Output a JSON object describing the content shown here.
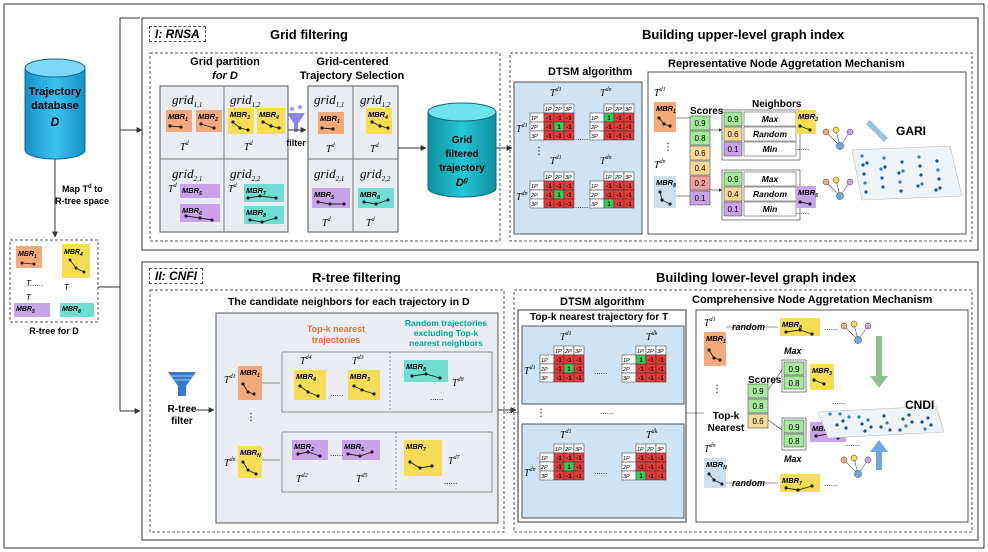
{
  "colors": {
    "orange": "#f4a97a",
    "yellow": "#f5dd55",
    "purple": "#c7a4e8",
    "cyan": "#6fded0",
    "blue_bg": "#cfe3f3",
    "green": "#33cc55",
    "red": "#e83a3a",
    "teal": "#00b0a0",
    "db_blue": "#1ea9e0",
    "gray_bg": "#e9edf1",
    "light_blue": "#cce0f0"
  },
  "database": {
    "line1": "Trajectory",
    "line2": "database",
    "line3": "D"
  },
  "map_label": {
    "line1": "Map T",
    "sup": "d",
    "line2": " to",
    "line3": "R-tree  space"
  },
  "rtree_label": "R-tree for D",
  "rtree_mini": {
    "mbr1": "MBR",
    "mbr1_sub": "1",
    "mbr4": "MBR",
    "mbr4_sub": "4",
    "mbr5": "MBR",
    "mbr5_sub": "5",
    "mbr8": "MBR",
    "mbr8_sub": "8"
  },
  "top": {
    "tag": "I: RNSA",
    "grid_filtering": "Grid filtering",
    "upper_title": "Building upper-level graph index",
    "grid_partition_1": "Grid partition",
    "grid_partition_2": "for D",
    "grid_centered_1": "Grid-centered",
    "grid_centered_2": "Trajectory Selection",
    "filter": "filter",
    "grid_word": "grid",
    "g11": "1,1",
    "g12": "1,2",
    "g21": "2,1",
    "g22": "2,2",
    "cyl_1": "Grid",
    "cyl_2": "filtered",
    "cyl_3": "trajectory",
    "cyl_4": "D",
    "cyl_4_sup": "g",
    "dtsm": "DTSM algorithm",
    "rnam": "Representative Node Aggretation Mechanism",
    "scores": "Scores",
    "neighbors": "Neighbors",
    "gari": "GARI",
    "score_vals_top": [
      "0.9",
      "0.8",
      "0.6",
      "0.1"
    ],
    "score_vals_bot": [
      "0.4",
      "0.2",
      "0.1"
    ],
    "score_left_top": [
      "0.9",
      "0.8",
      "0.6"
    ],
    "nb_max": "Max",
    "nb_random": "Random",
    "nb_min": "Min",
    "nb_vals_top": [
      "0.9",
      "0.6",
      "0.1"
    ],
    "nb_vals_bot": [
      "0.9",
      "0.4",
      "0.1"
    ]
  },
  "bottom": {
    "tag": "II: CNFI",
    "rtree_filtering": "R-tree filtering",
    "lower_title": "Building lower-level graph index",
    "candidate_title": "The candidate neighbors for each trajectory in D",
    "topk_near_1": "Top-k nearest",
    "topk_near_2": "trajectories",
    "random_1": "Random trajectories",
    "random_2": "excluding Top-k",
    "random_3": "nearest neighbors",
    "rtree_filter_1": "R-tree",
    "rtree_filter_2": "filter",
    "dtsm": "DTSM algorithm",
    "topk_for": "Top-k nearest  trajectory for T",
    "cnam": "Comprehensive Node Aggretation Mechanism",
    "random": "random",
    "scores": "Scores",
    "max": "Max",
    "topk_label_1": "Top-k",
    "topk_label_2": "Nearest",
    "cndi": "CNDI",
    "score_vals": [
      "0.9",
      "0.8",
      "0.6"
    ],
    "max_vals_top": [
      "0.9",
      "0.8"
    ],
    "max_vals_bot": [
      "0.9",
      "0.8"
    ],
    "dots": "......"
  },
  "matrix": {
    "cells_a": [
      "-1",
      "-1",
      "-1",
      "-1",
      "1",
      "-1",
      "-1",
      "-1",
      "-1"
    ],
    "cells_b": [
      "1",
      "-1",
      "-1",
      "-1",
      "-1",
      "-1",
      "-1",
      "-1",
      "-1"
    ],
    "cells_c": [
      "-1",
      "-1",
      "-1",
      "-1",
      "1",
      "-1",
      "-1",
      "-1",
      "-1"
    ],
    "cells_d": [
      "-1",
      "-1",
      "-1",
      "-1",
      "-1",
      "-1",
      "1",
      "-1",
      "-1"
    ]
  }
}
